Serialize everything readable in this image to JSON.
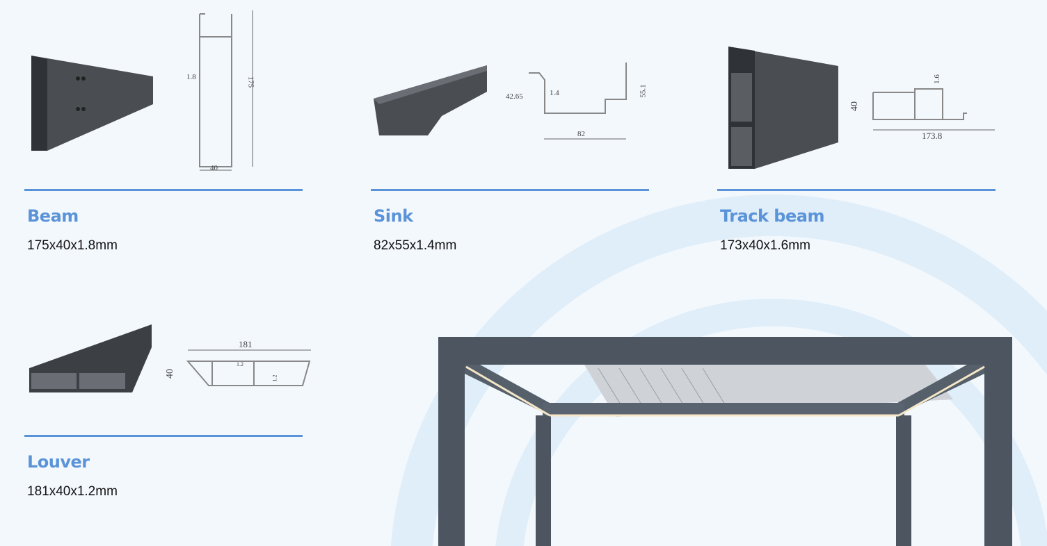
{
  "products": [
    {
      "name": "Beam",
      "spec": "175x40x1.8mm",
      "dims": [
        "1.8",
        "175",
        "40"
      ]
    },
    {
      "name": "Sink",
      "spec": "82x55x1.4mm",
      "dims": [
        "42.65",
        "1.4",
        "55.1",
        "82"
      ]
    },
    {
      "name": "Track beam",
      "spec": "173x40x1.6mm",
      "dims": [
        "1.6",
        "40",
        "173.8"
      ]
    },
    {
      "name": "Louver",
      "spec": "181x40x1.2mm",
      "dims": [
        "181",
        "40",
        "1.2",
        "1.2"
      ]
    }
  ],
  "colors": {
    "accent": "#5b93d9",
    "metal": "#4a4d52"
  }
}
